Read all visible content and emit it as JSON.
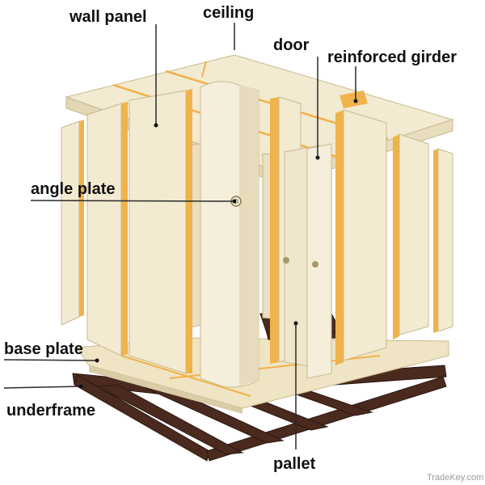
{
  "labels": {
    "wall_panel": "wall panel",
    "ceiling": "ceiling",
    "door": "door",
    "reinforced_girder": "reinforced girder",
    "angle_plate": "angle plate",
    "base_plate": "base plate",
    "underframe": "underframe",
    "pallet": "pallet"
  },
  "watermark": "TradeKey.com",
  "colors": {
    "panel": "#f3ead2",
    "panel_shadow": "#e2d6b4",
    "panel_edge": "#c8b98e",
    "insulation": "#f0b24a",
    "frame": "#4a2a1e",
    "leader": "#2a2a2a"
  }
}
